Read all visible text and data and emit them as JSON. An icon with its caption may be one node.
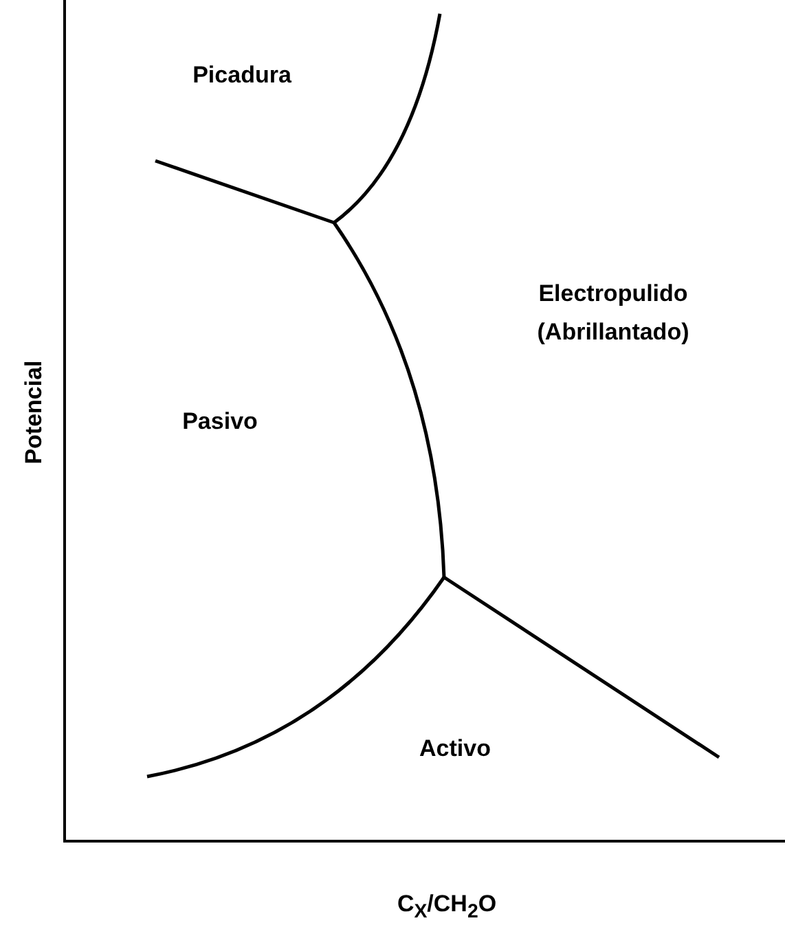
{
  "diagram": {
    "labels": [
      "Picadura",
      "Electropulido (Abrillantado)",
      "Pasivo",
      "Activo",
      "Potencial",
      "C$_{X}$/CH$_{2}$O"
    ]
  }
}
